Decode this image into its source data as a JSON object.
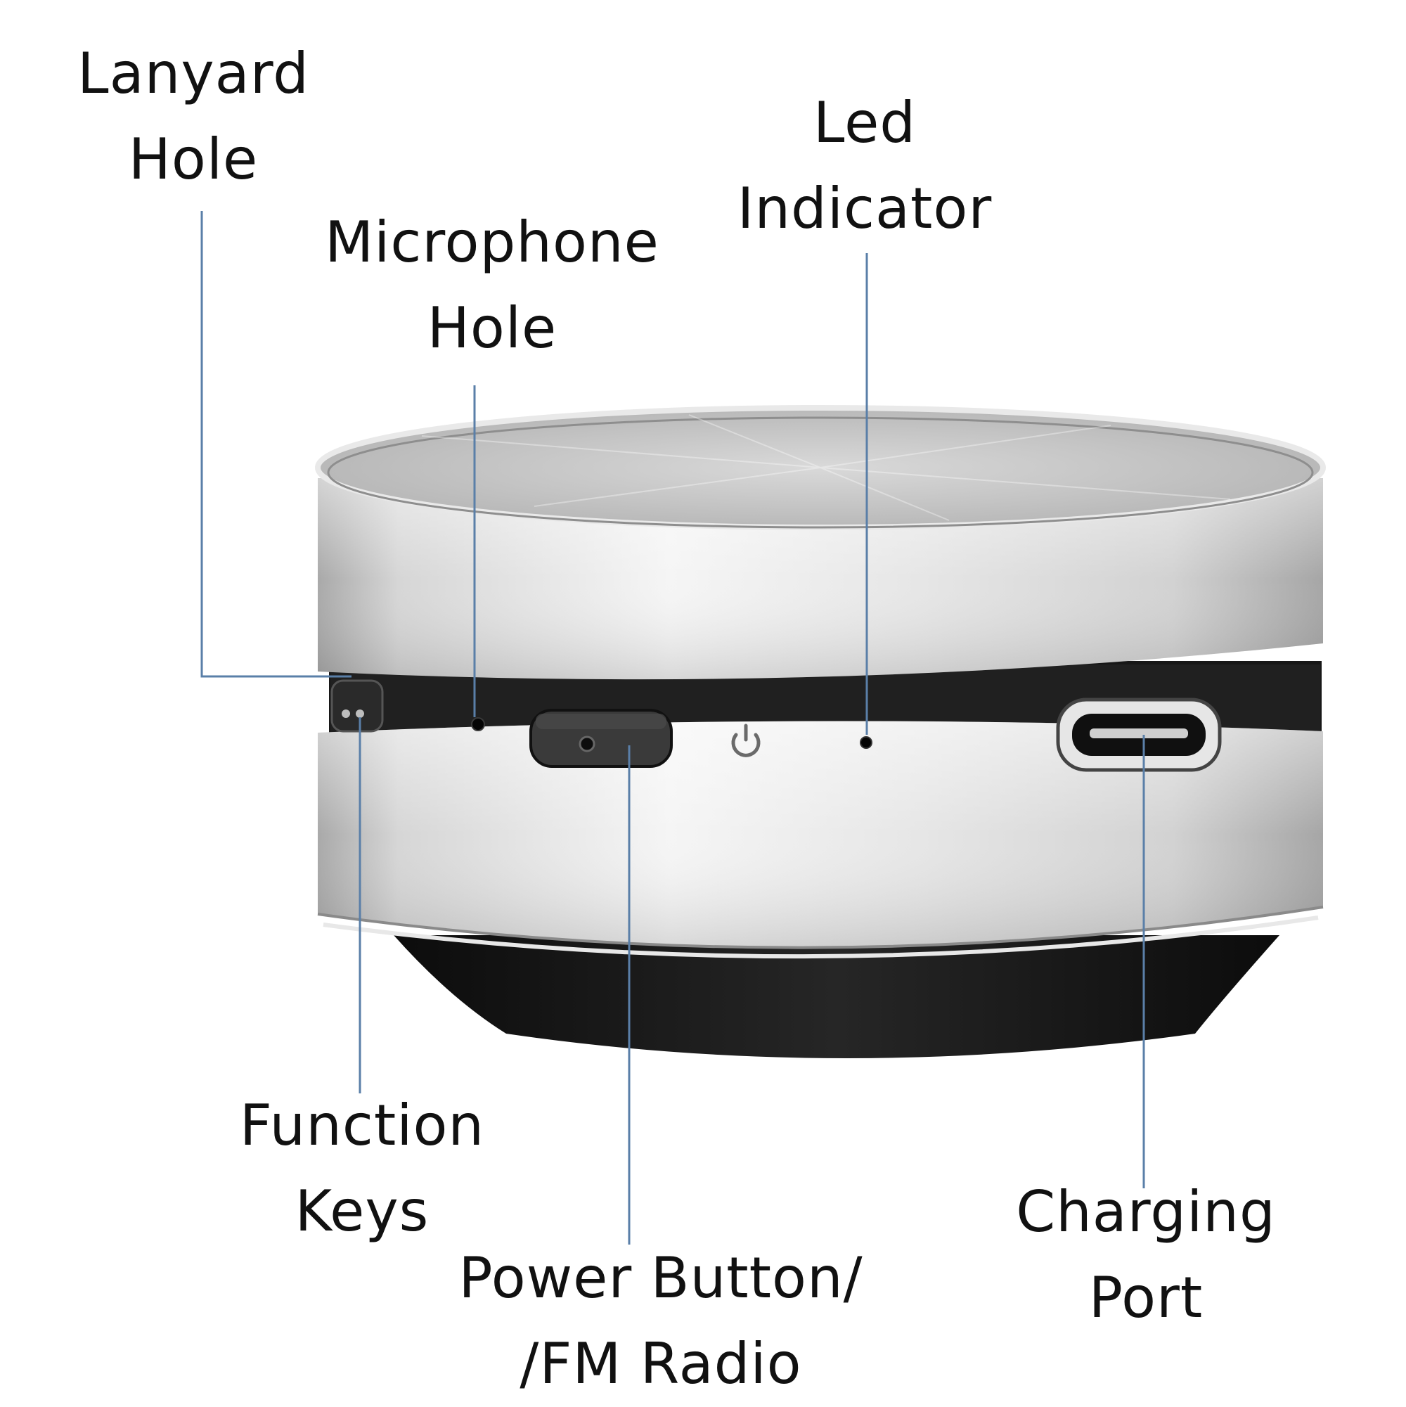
{
  "labels": {
    "lanyard_hole": {
      "line1": "Lanyard",
      "line2": "Hole"
    },
    "microphone_hole": {
      "line1": "Microphone",
      "line2": "Hole"
    },
    "led_indicator": {
      "line1": "Led",
      "line2": "Indicator"
    },
    "function_keys": {
      "line1": "Function",
      "line2": "Keys"
    },
    "power_button": {
      "line1": "Power Button/",
      "line2": "/FM Radio"
    },
    "charging_port": {
      "line1": "Charging",
      "line2": "Port"
    }
  },
  "colors": {
    "leader_line": "#5a7fa8",
    "silver_light": "#f4f4f4",
    "silver_mid": "#cfcfcf",
    "silver_dark": "#9a9a9a",
    "body_black": "#1a1a1a",
    "label_text": "#111111"
  },
  "icons": {
    "power_symbol": "power-icon"
  }
}
